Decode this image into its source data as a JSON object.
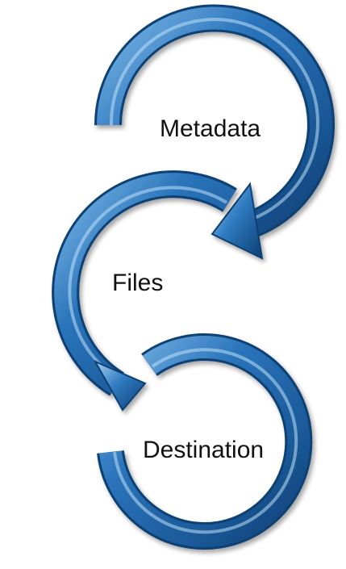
{
  "steps": [
    {
      "label": "Metadata"
    },
    {
      "label": "Files"
    },
    {
      "label": "Destination"
    }
  ],
  "colors": {
    "arrow_main": "#1f63a6",
    "arrow_dark": "#0e3f73",
    "arrow_light": "#7db8e8",
    "text": "#111111"
  }
}
